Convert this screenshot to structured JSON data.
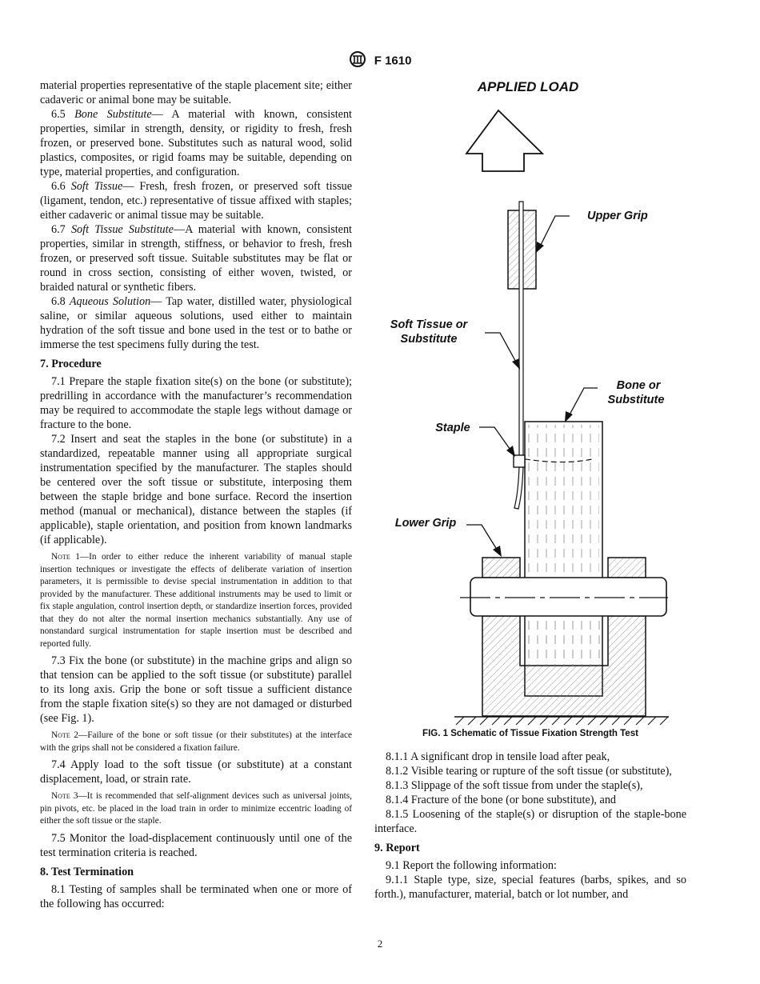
{
  "header": {
    "designation": "F 1610"
  },
  "left_column": {
    "p_cont": "material properties representative of the staple placement site; either cadaveric or animal bone may be suitable.",
    "p65": {
      "num": "6.5 ",
      "term": "Bone Substitute",
      "text": "— A material with known, consistent properties, similar in strength, density, or rigidity to fresh, fresh frozen, or preserved bone. Substitutes such as natural wood, solid plastics, composites, or rigid foams may be suitable, depending on type, material properties, and configuration."
    },
    "p66": {
      "num": "6.6 ",
      "term": "Soft Tissue",
      "text": "— Fresh, fresh frozen, or preserved soft tissue (ligament, tendon, etc.) representative of tissue affixed with staples; either cadaveric or animal tissue may be suitable."
    },
    "p67": {
      "num": "6.7 ",
      "term": "Soft Tissue Substitute",
      "text": "—A material with known, consistent properties, similar in strength, stiffness, or behavior to fresh, fresh frozen, or preserved soft tissue. Suitable substitutes may be flat or round in cross section, consisting of either woven, twisted, or braided natural or synthetic fibers."
    },
    "p68": {
      "num": "6.8 ",
      "term": "Aqueous Solution",
      "text": "— Tap water, distilled water, physiological saline, or similar aqueous solutions, used either to maintain hydration of the soft tissue and bone used in the test or to bathe or immerse the test specimens fully during the test."
    },
    "sec7": "7. Procedure",
    "p71": "7.1 Prepare the staple fixation site(s) on the bone (or substitute); predrilling in accordance with the manufacturer’s recommendation may be required to accommodate the staple legs without damage or fracture to the bone.",
    "p72": "7.2 Insert and seat the staples in the bone (or substitute) in a standardized, repeatable manner using all appropriate surgical instrumentation specified by the manufacturer. The staples should be centered over the soft tissue or substitute, interposing them between the staple bridge and bone surface. Record the insertion method (manual or mechanical), distance between the staples (if applicable), staple orientation, and position from known landmarks (if applicable).",
    "note1": {
      "label": "Note",
      "text": " 1—In order to either reduce the inherent variability of manual staple insertion techniques or investigate the effects of deliberate variation of insertion parameters, it is permissible to devise special instrumentation in addition to that provided by the manufacturer. These additional instruments may be used to limit or fix staple angulation, control insertion depth, or standardize insertion forces, provided that they do not alter the normal insertion mechanics substantially. Any use of nonstandard surgical instrumentation for staple insertion must be described and reported fully."
    },
    "p73": "7.3 Fix the bone (or substitute) in the machine grips and align so that tension can be applied to the soft tissue (or substitute) parallel to its long axis. Grip the bone or soft tissue a sufficient distance from the staple fixation site(s) so they are not damaged or disturbed (see Fig. 1).",
    "note2": {
      "label": "Note",
      "text": " 2—Failure of the bone or soft tissue (or their substitutes) at the interface with the grips shall not be considered a fixation failure."
    },
    "p74": "7.4 Apply load to the soft tissue (or substitute) at a constant displacement, load, or strain rate.",
    "note3": {
      "label": "Note",
      "text": " 3—It is recommended that self-alignment devices such as universal joints, pin pivots, etc. be placed in the load train in order to minimize eccentric loading of either the soft tissue or the staple."
    },
    "p75": "7.5 Monitor the load-displacement continuously until one of the test termination criteria is reached.",
    "sec8": "8. Test Termination",
    "p81": "8.1 Testing of samples shall be terminated when one or more of the following has occurred:"
  },
  "figure": {
    "applied_load": "APPLIED LOAD",
    "upper_grip": "Upper Grip",
    "soft_tissue_1": "Soft Tissue or",
    "soft_tissue_2": "Substitute",
    "bone_1": "Bone or",
    "bone_2": "Substitute",
    "staple": "Staple",
    "lower_grip": "Lower Grip",
    "caption": "FIG. 1 Schematic of Tissue Fixation Strength Test"
  },
  "right_column": {
    "p811": "8.1.1 A significant drop in tensile load after peak,",
    "p812": "8.1.2 Visible tearing or rupture of the soft tissue (or substitute),",
    "p813": "8.1.3 Slippage of the soft tissue from under the staple(s),",
    "p814": "8.1.4 Fracture of the bone (or bone substitute), and",
    "p815": "8.1.5 Loosening of the staple(s) or disruption of the staple-bone interface.",
    "sec9": "9. Report",
    "p91": "9.1 Report the following information:",
    "p911": "9.1.1 Staple type, size, special features (barbs, spikes, and so forth.), manufacturer, material, batch or lot number, and"
  },
  "page_number": "2"
}
